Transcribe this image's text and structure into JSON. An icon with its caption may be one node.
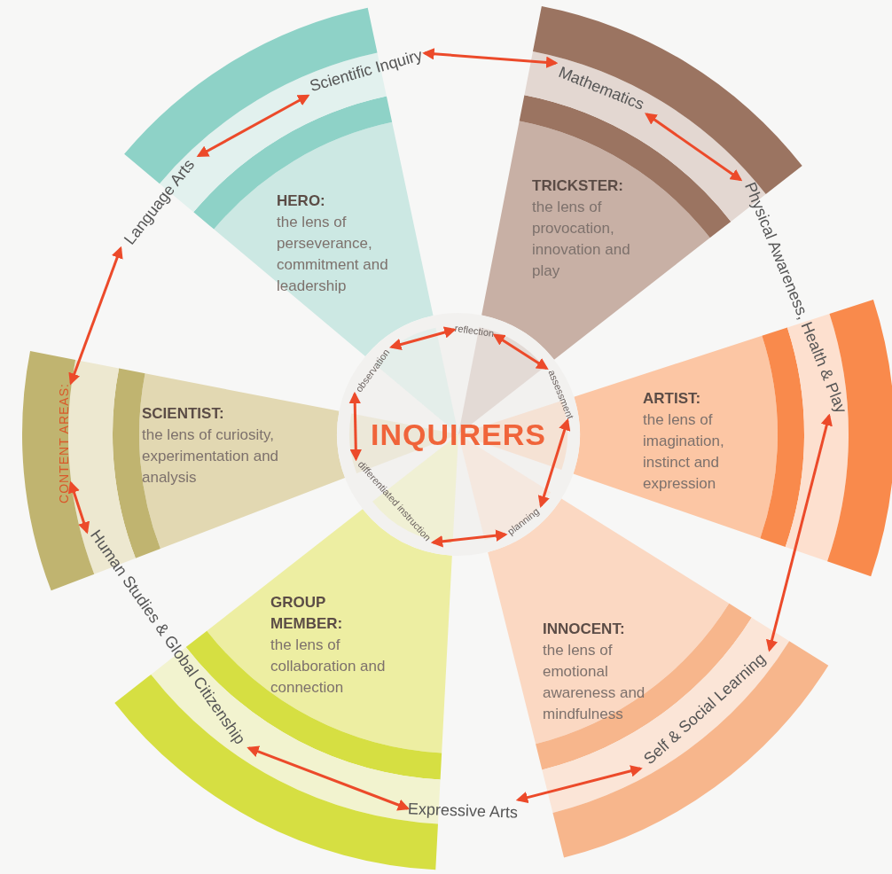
{
  "diagram": {
    "nodes": [
      {
        "text": [
          "INQUIRERS"
        ]
      },
      {
        "text": [
          "reflection"
        ],
        "in": 0
      },
      {
        "text": [
          "assessment"
        ],
        "in": 0
      },
      {
        "text": [
          "planning"
        ],
        "in": 0
      },
      {
        "text": [
          "differentiated instruction"
        ],
        "in": 0
      },
      {
        "text": [
          "observation"
        ],
        "in": 0
      },
      {
        "text": [
          "HERO:",
          "the lens of perseverance, commitment and leadership"
        ]
      },
      {
        "text": [
          "TRICKSTER:",
          "the lens of provocation, innovation and play"
        ]
      },
      {
        "text": [
          "ARTIST:",
          "the lens of imagination, instinct and expression"
        ]
      },
      {
        "text": [
          "INNOCENT:",
          "the lens of emotional awareness and mindfulness"
        ]
      },
      {
        "text": [
          "GROUP MEMBER:",
          "the lens of collaboration and connection"
        ]
      },
      {
        "text": [
          "SCIENTIST:",
          "the lens of curiosity, experimentation and analysis"
        ]
      },
      {
        "text": [
          "Scientific Inquiry"
        ]
      },
      {
        "text": [
          "Mathematics"
        ]
      },
      {
        "text": [
          "Physical Awareness, Health & Play"
        ]
      },
      {
        "text": [
          "Self & Social Learning"
        ]
      },
      {
        "text": [
          "Expressive Arts"
        ]
      },
      {
        "text": [
          "Human Studies & Global Citizenship"
        ]
      },
      {
        "text": [
          "CONTENT AREAS:"
        ]
      },
      {
        "text": [
          "Language Arts"
        ]
      }
    ],
    "edges": [
      {
        "from": 5,
        "to": 1,
        "arrow": "both"
      },
      {
        "from": 1,
        "to": 2,
        "arrow": "both"
      },
      {
        "from": 2,
        "to": 3,
        "arrow": "both"
      },
      {
        "from": 3,
        "to": 4,
        "arrow": "both"
      },
      {
        "from": 4,
        "to": 5,
        "arrow": "both"
      },
      {
        "from": 19,
        "to": 12,
        "arrow": "both"
      },
      {
        "from": 12,
        "to": 13,
        "arrow": "both"
      },
      {
        "from": 13,
        "to": 14,
        "arrow": "both"
      },
      {
        "from": 14,
        "to": 15,
        "arrow": "both"
      },
      {
        "from": 15,
        "to": 16,
        "arrow": "both"
      },
      {
        "from": 16,
        "to": 17,
        "arrow": "both"
      },
      {
        "from": 17,
        "to": 18,
        "arrow": "both"
      },
      {
        "from": 18,
        "to": 19,
        "arrow": "both"
      }
    ]
  }
}
